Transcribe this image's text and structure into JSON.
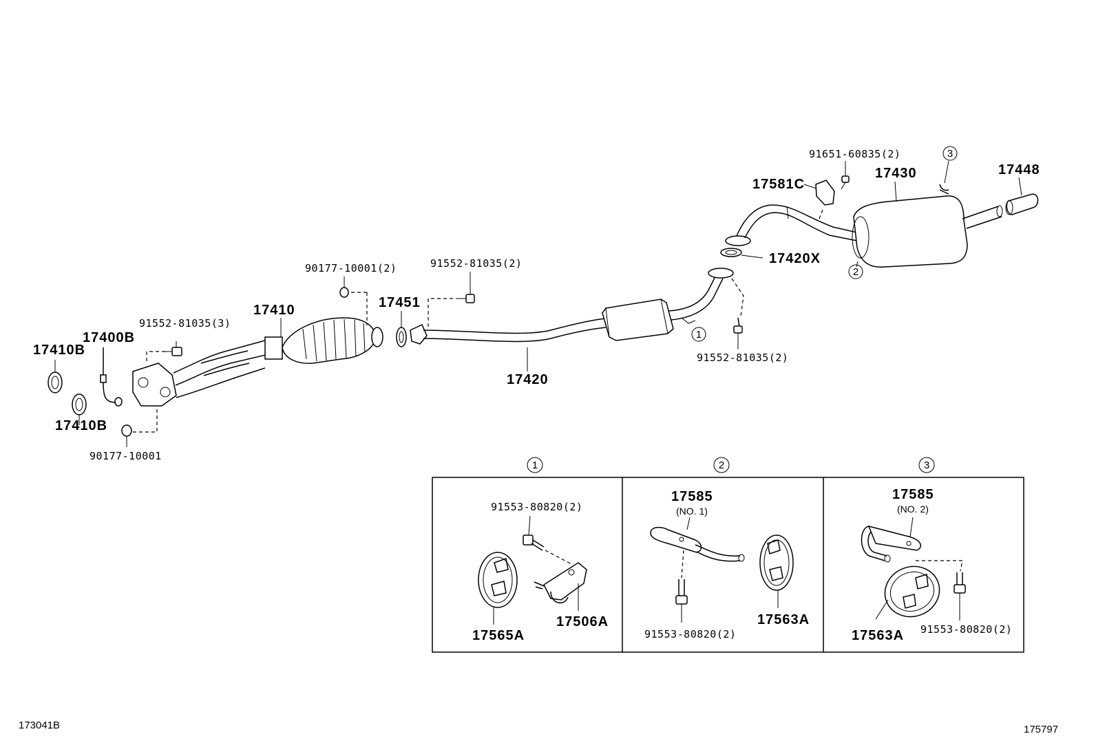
{
  "diagram": {
    "parts": {
      "gasket_17410b_a": "17410B",
      "gasket_17410b_b": "17410B",
      "sensor_17400b": "17400B",
      "bolt_91552_3": "91552-81035(3)",
      "manifold_17410": "17410",
      "nut_90177_2": "90177-10001(2)",
      "nut_90177": "90177-10001",
      "gasket_17451": "17451",
      "bolt_91552_2a": "91552-81035(2)",
      "pipe_17420": "17420",
      "bolt_91552_2b": "91552-81035(2)",
      "gasket_17420x": "17420X",
      "clamp_17581c": "17581C",
      "bolt_91651": "91651-60835(2)",
      "muffler_17430": "17430",
      "tip_17448": "17448"
    },
    "callouts": {
      "c1": "1",
      "c2": "2",
      "c3": "3"
    },
    "detail_1": {
      "callout": "1",
      "bolt": "91553-80820(2)",
      "hanger": "17565A",
      "bracket": "17506A"
    },
    "detail_2": {
      "callout": "2",
      "bracket": "17585",
      "bracket_note": "(NO. 1)",
      "bolt": "91553-80820(2)",
      "hanger": "17563A"
    },
    "detail_3": {
      "callout": "3",
      "bracket": "17585",
      "bracket_note": "(NO. 2)",
      "hanger": "17563A",
      "bolt": "91553-80820(2)"
    },
    "footer": {
      "left_code": "173041B",
      "right_code": "175797"
    }
  }
}
